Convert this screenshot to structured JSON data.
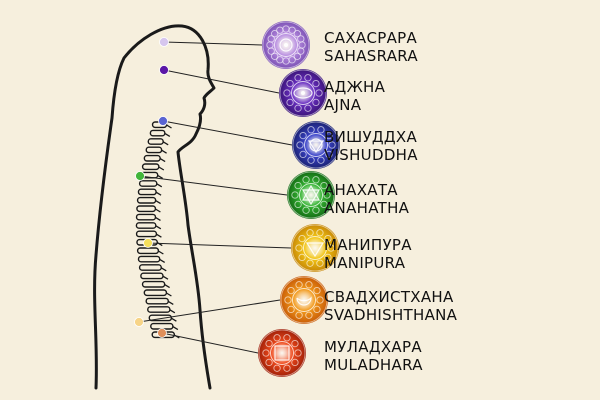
{
  "chakras": [
    {
      "ru": "САХАСРАРА",
      "en": "SAHASRARA",
      "color": "#b88de0",
      "dark": "#7a4fb3",
      "point": "#d6c6ee",
      "symbol": "lotus"
    },
    {
      "ru": "АДЖНА",
      "en": "AJNA",
      "color": "#6a2fc2",
      "dark": "#3a1477",
      "point": "#5b17a7",
      "symbol": "ajna"
    },
    {
      "ru": "ВИШУДДХА",
      "en": "VISHUDDHA",
      "color": "#3a43c9",
      "dark": "#1a2170",
      "point": "#5a64d2",
      "symbol": "circle"
    },
    {
      "ru": "АНАХАТА",
      "en": "ANAHATHA",
      "color": "#36b534",
      "dark": "#136a13",
      "point": "#42b53a",
      "symbol": "hexagram"
    },
    {
      "ru": "МАНИПУРА",
      "en": "MANIPURA",
      "color": "#f2c516",
      "dark": "#c68606",
      "point": "#f5e05c",
      "symbol": "triangle"
    },
    {
      "ru": "СВАДХИСТХАНА",
      "en": "SVADHISHTHANA",
      "color": "#f29a1c",
      "dark": "#c75a06",
      "point": "#f7d487",
      "symbol": "crescent"
    },
    {
      "ru": "МУЛАДХАРА",
      "en": "MULADHARA",
      "color": "#ef4a1c",
      "dark": "#9e1f08",
      "point": "#df8f5a",
      "symbol": "square"
    }
  ]
}
